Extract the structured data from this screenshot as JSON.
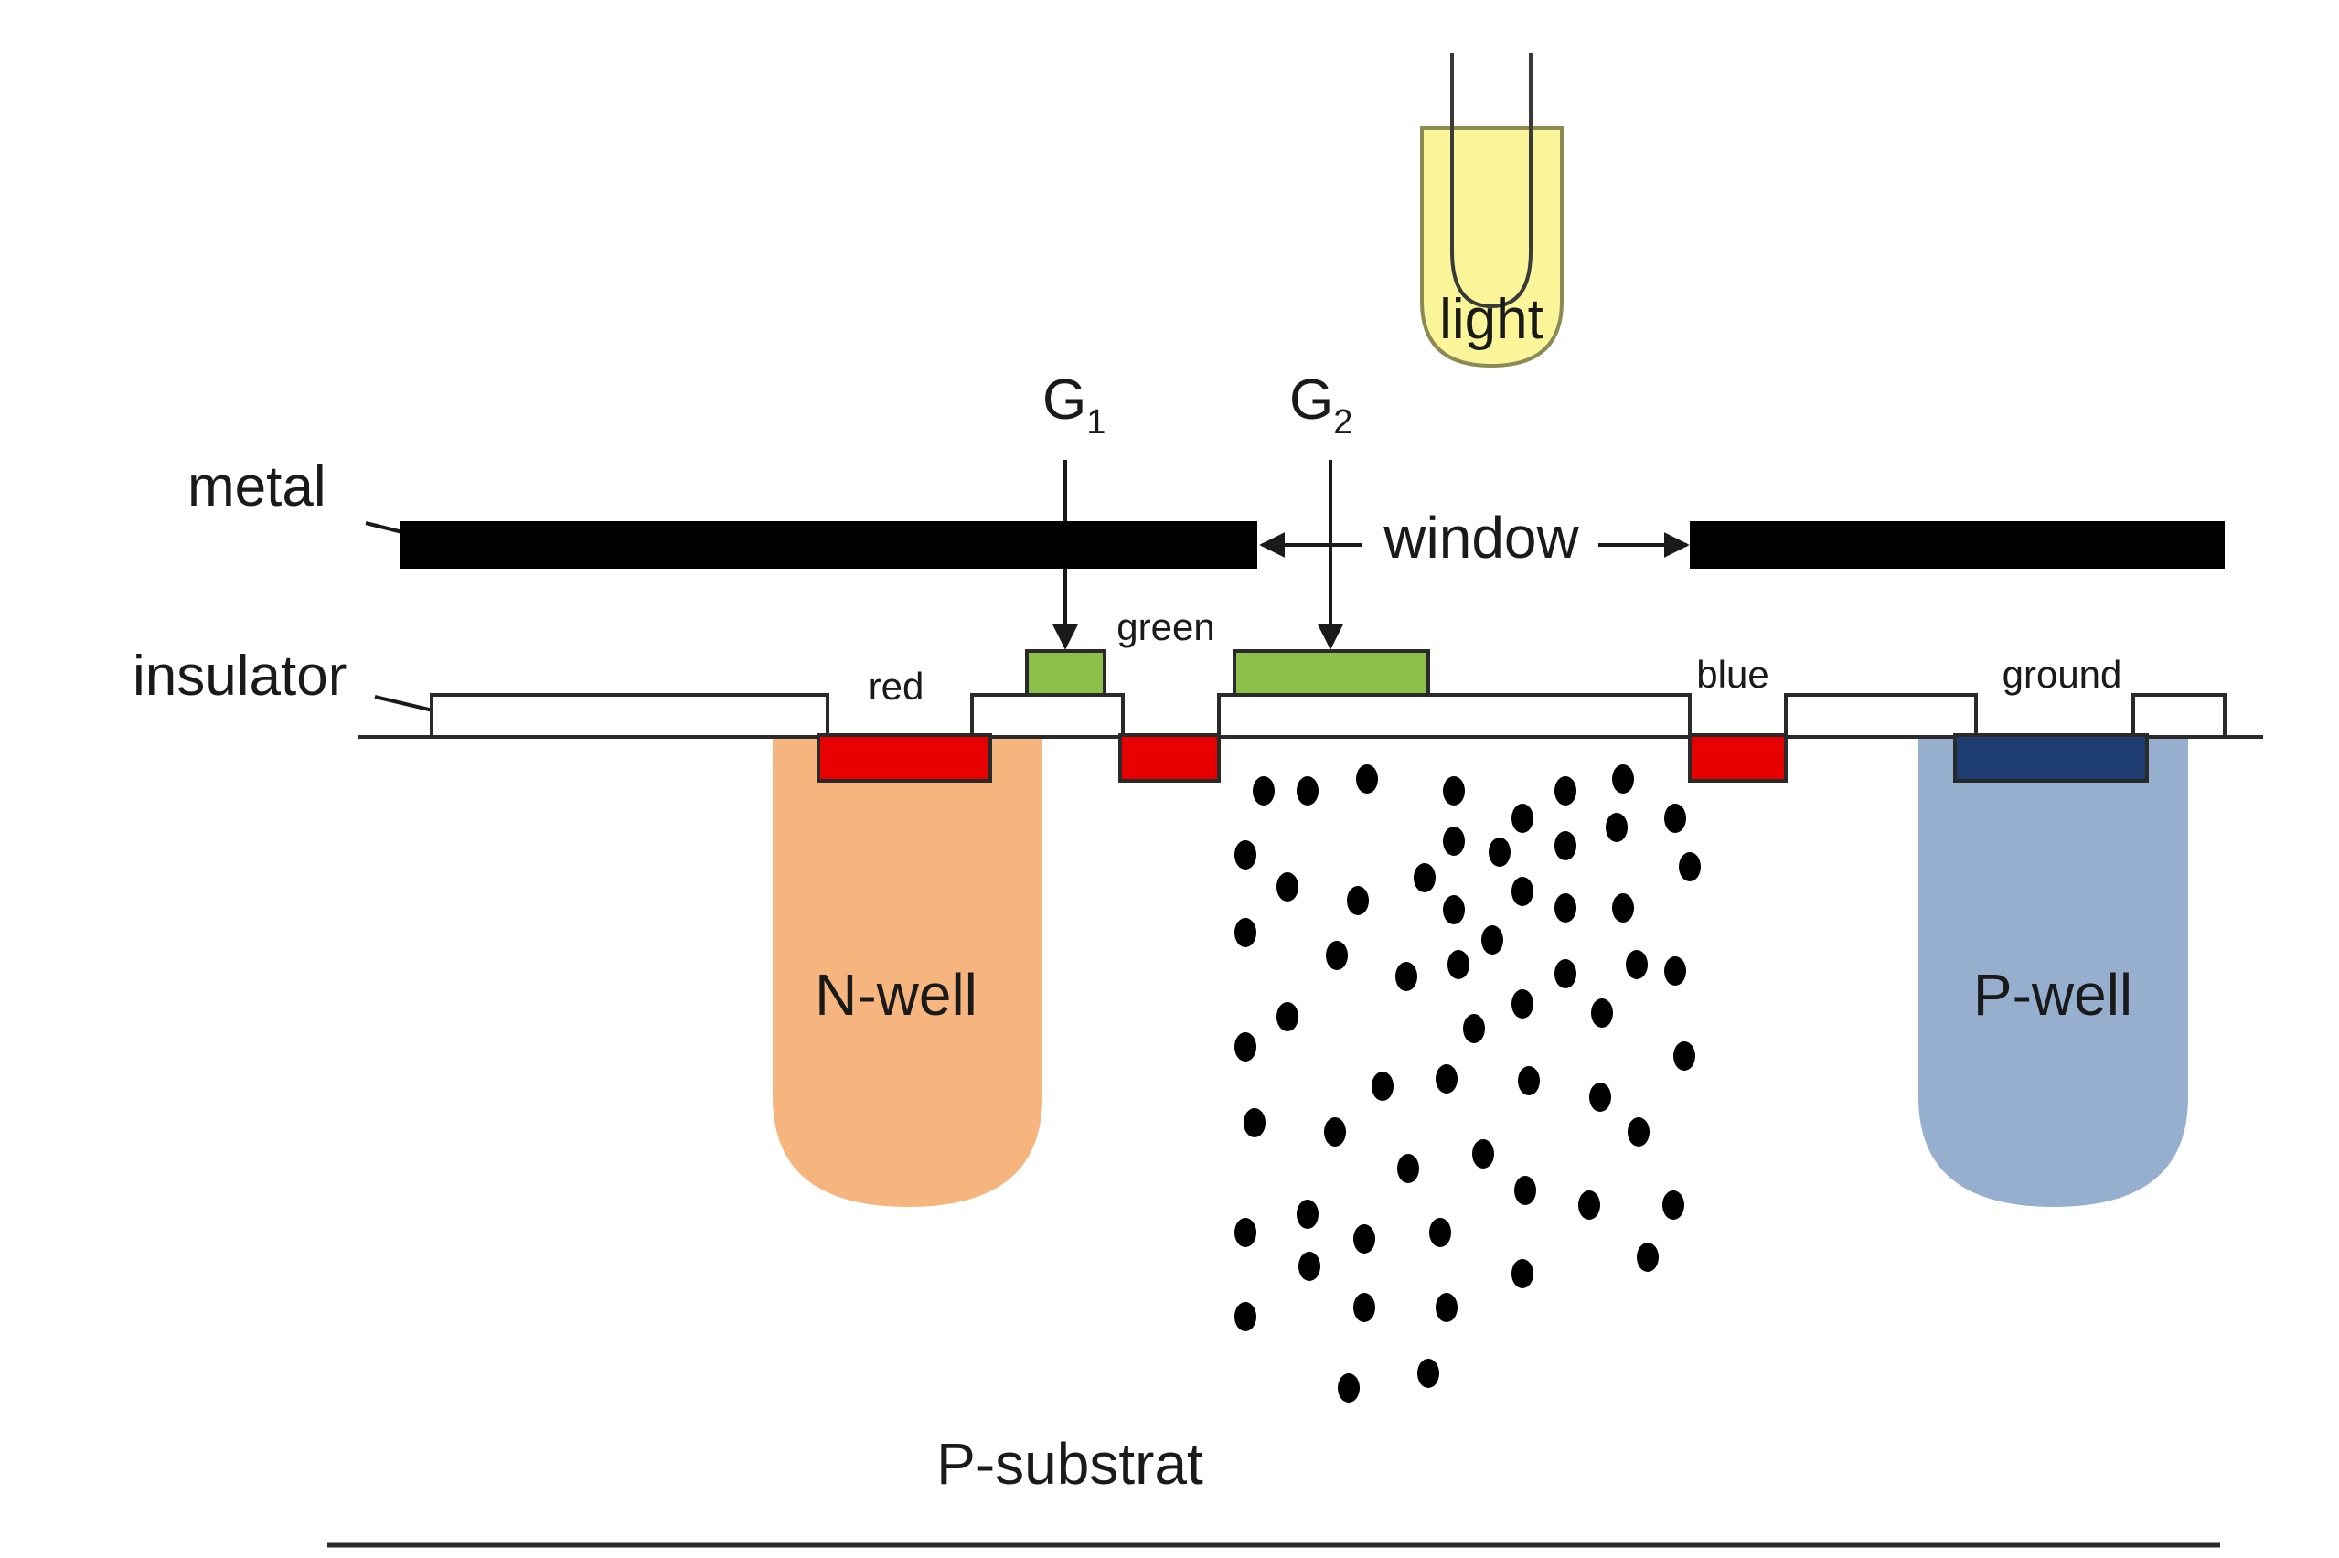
{
  "labels": {
    "light": "light",
    "gate1": "G",
    "gate1_sub": "1",
    "gate2": "G",
    "gate2_sub": "2",
    "metal": "metal",
    "window": "window",
    "insulator": "insulator",
    "red": "red",
    "green": "green",
    "blue": "blue",
    "ground": "ground",
    "nwell": "N-well",
    "pwell": "P-well",
    "substrate": "P-substrat"
  },
  "colors": {
    "bulb_fill": "#fbf59a",
    "bulb_stroke": "#8a8a52",
    "metal": "#000000",
    "red_contact": "#e60000",
    "green_gate": "#8cc04a",
    "blue_contact": "#1e3e72",
    "nwell": "#f6b47e",
    "pwell": "#96afcf",
    "line": "#2a2a2a"
  },
  "icons": {
    "light": "light-bulb-icon",
    "carriers": "charge-carrier-dots"
  }
}
